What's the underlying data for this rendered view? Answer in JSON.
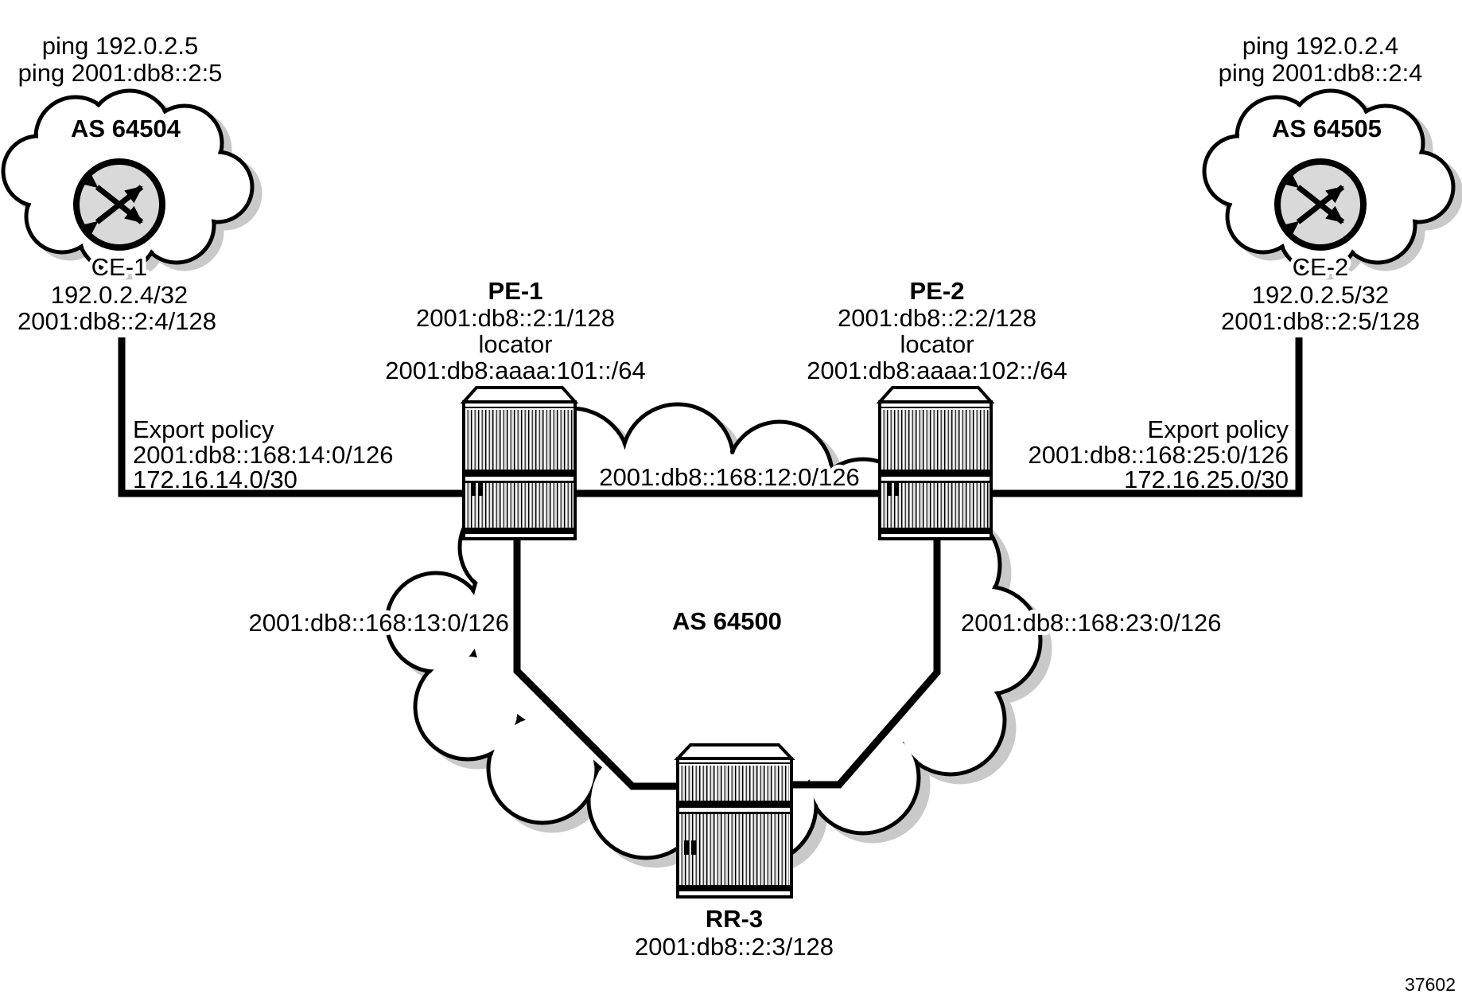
{
  "figure_number": "37602",
  "colors": {
    "background": "#ffffff",
    "line": "#000000",
    "cloud_shadow": "#c9c9c9",
    "router_fill": "#d9d9d9",
    "slat_gray": "#dcdcdc"
  },
  "ce1": {
    "ping": [
      "ping 192.0.2.5",
      "ping 2001:db8::2:5"
    ],
    "as_label": "AS 64504",
    "name": "CE-1",
    "ipv4": "192.0.2.4/32",
    "ipv6": "2001:db8::2:4/128"
  },
  "ce2": {
    "ping": [
      "ping 192.0.2.4",
      "ping 2001:db8::2:4"
    ],
    "as_label": "AS 64505",
    "name": "CE-2",
    "ipv4": "192.0.2.5/32",
    "ipv6": "2001:db8::2:5/128"
  },
  "export_left": {
    "title": "Export policy",
    "ipv6": "2001:db8::168:14:0/126",
    "ipv4": "172.16.14.0/30"
  },
  "export_right": {
    "title": "Export policy",
    "ipv6": "2001:db8::168:25:0/126",
    "ipv4": "172.16.25.0/30"
  },
  "pe1": {
    "name": "PE-1",
    "ipv6": "2001:db8::2:1/128",
    "locator_label": "locator",
    "locator_prefix": "2001:db8:aaaa:101::/64"
  },
  "pe2": {
    "name": "PE-2",
    "ipv6": "2001:db8::2:2/128",
    "locator_label": "locator",
    "locator_prefix": "2001:db8:aaaa:102::/64"
  },
  "rr3": {
    "name": "RR-3",
    "ipv6": "2001:db8::2:3/128"
  },
  "core": {
    "as_label": "AS 64500"
  },
  "links": {
    "pe1_pe2": "2001:db8::168:12:0/126",
    "pe1_rr3": "2001:db8::168:13:0/126",
    "pe2_rr3": "2001:db8::168:23:0/126"
  }
}
